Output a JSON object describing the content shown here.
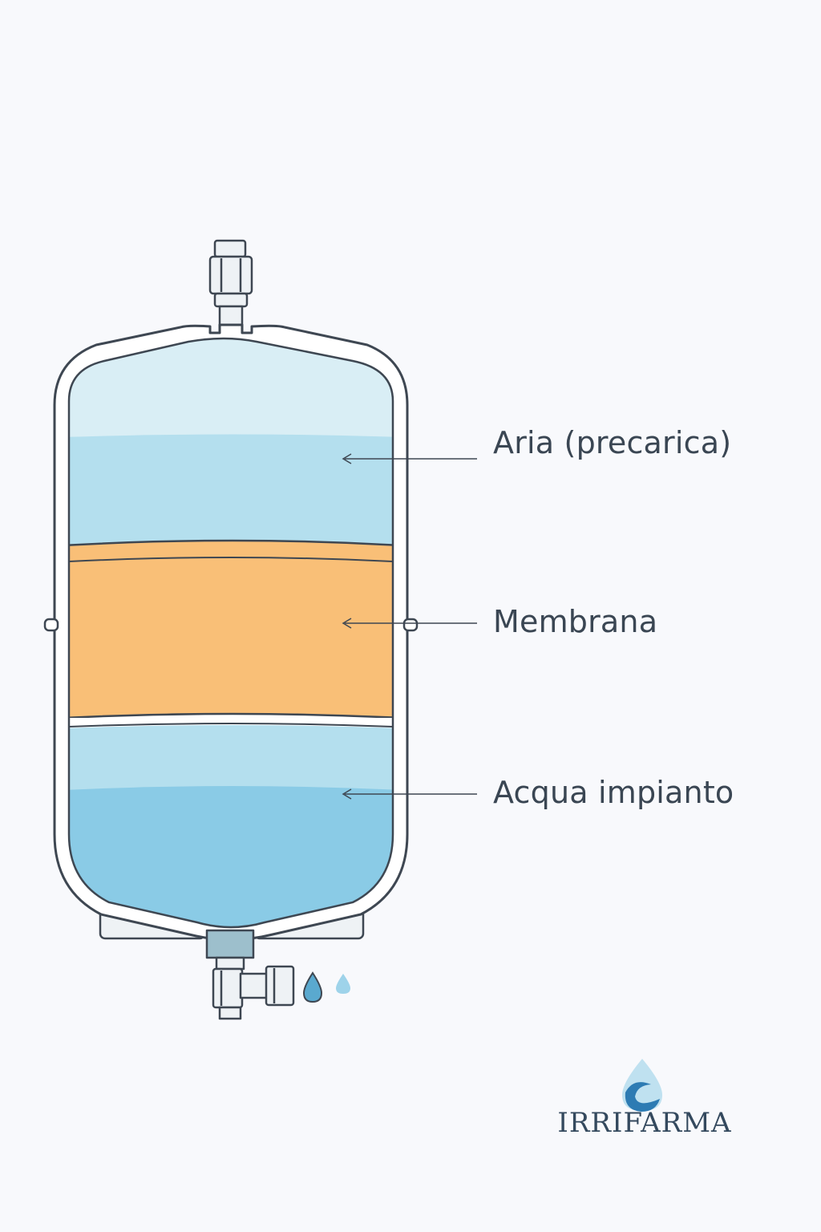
{
  "labels": {
    "air": "Aria (precarica)",
    "membrane": "Membrana",
    "water": "Acqua impianto"
  },
  "brand": {
    "name": "IRRIFARMA",
    "icon": "water-drop-logo-icon"
  },
  "colors": {
    "background": "#f8f9fc",
    "outline": "#3e4752",
    "air_light": "#d9eef5",
    "air": "#b4dfee",
    "membrane": "#f9bf77",
    "water_light": "#b4dfee",
    "water": "#8acbe6",
    "fittings": "#eef2f5",
    "drop": "#5aa9cf",
    "brand_text": "#34495e"
  }
}
